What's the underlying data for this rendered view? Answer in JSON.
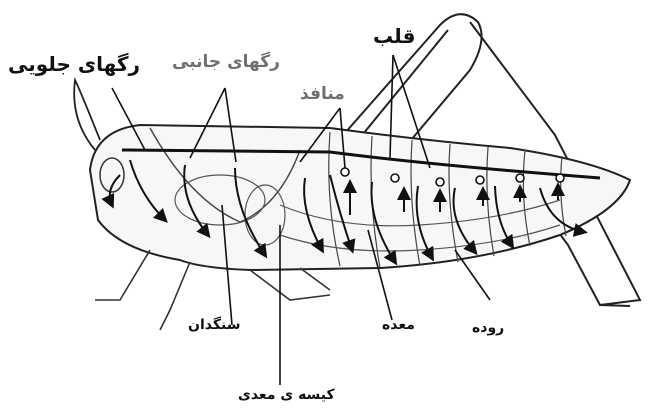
{
  "diagram": {
    "labels": {
      "front_arteries": "رگهای جلویی",
      "lateral_arteries": "رگهای جانبی",
      "ostia": "منافذ",
      "heart": "قلب",
      "crop": "سنگدان",
      "gastric_caeca": "کیسه ی معدی",
      "stomach": "معده",
      "intestine": "روده"
    },
    "colors": {
      "ink": "#111111",
      "muted": "#6f6f6f",
      "background": "#ffffff"
    }
  }
}
